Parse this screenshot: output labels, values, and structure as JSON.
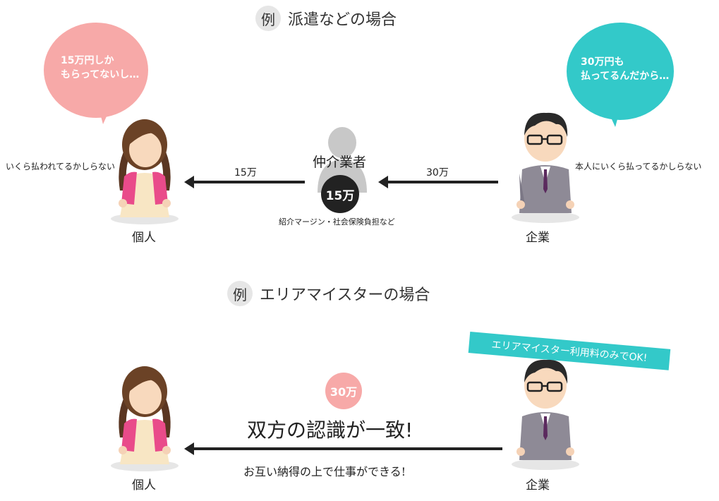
{
  "section1": {
    "rei": "例",
    "title": "派遣などの場合",
    "left_bubble": [
      "15万円しか",
      "もらってないし…"
    ],
    "right_bubble": [
      "30万円も",
      "払ってるんだから…"
    ],
    "left_note": "いくら払われてるかしらない",
    "right_note": "本人にいくら払ってるかしらない",
    "middle_label": "仲介業者",
    "middle_badge": "15万",
    "middle_note": "紹介マージン・社会保険負担など",
    "arrow_left_value": "15万",
    "arrow_right_value": "30万",
    "person_left": "個人",
    "person_right": "企業"
  },
  "section2": {
    "rei": "例",
    "title": "エリアマイスターの場合",
    "banner": "エリアマイスター利用料のみでOK!",
    "badge": "30万",
    "headline": "双方の認識が一致!",
    "subline": "お互い納得の上で仕事ができる!",
    "person_left": "個人",
    "person_right": "企業"
  },
  "colors": {
    "pink_bubble": "#f7a9a8",
    "teal_bubble": "#33c9c9",
    "arrow": "#222222",
    "broker": "#c8c8c8",
    "badge_dark": "#222222",
    "badge_pink": "#f7a9a8"
  }
}
